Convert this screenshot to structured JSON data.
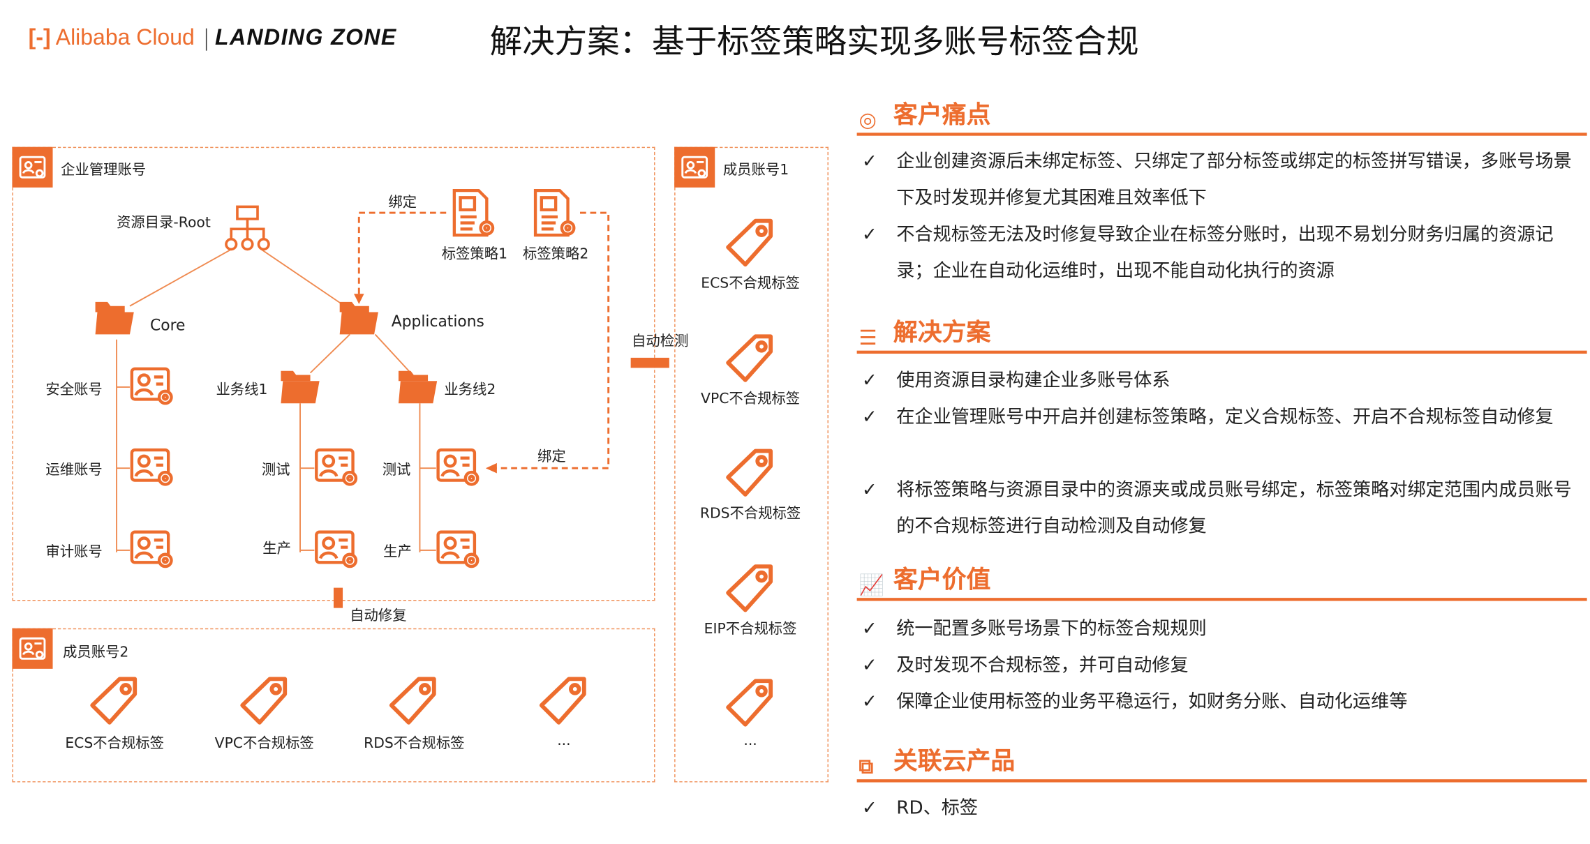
{
  "header": {
    "logo": "Alibaba Cloud",
    "product": "LANDING ZONE",
    "title": "解决方案：基于标签策略实现多账号标签合规"
  },
  "diagram": {
    "mgmt_account": "企业管理账号",
    "root": "资源目录-Root",
    "folders": {
      "core": "Core",
      "apps": "Applications",
      "line1": "业务线1",
      "line2": "业务线2"
    },
    "core_accounts": [
      "安全账号",
      "运维账号",
      "审计账号"
    ],
    "line_accounts": {
      "test": "测试",
      "prod": "生产"
    },
    "policies": [
      "标签策略1",
      "标签策略2"
    ],
    "bind": "绑定",
    "auto_detect": "自动检测",
    "auto_fix": "自动修复",
    "member1": {
      "title": "成员账号1",
      "tags": [
        "ECS不合规标签",
        "VPC不合规标签",
        "RDS不合规标签",
        "EIP不合规标签",
        "..."
      ]
    },
    "member2": {
      "title": "成员账号2",
      "tags": [
        "ECS不合规标签",
        "VPC不合规标签",
        "RDS不合规标签",
        "..."
      ]
    }
  },
  "panel": {
    "check": "✓",
    "sections": [
      {
        "title": "客户痛点",
        "items": [
          "企业创建资源后未绑定标签、只绑定了部分标签或绑定的标签拼写错误，多账号场景下及时发现并修复尤其困难且效率低下",
          "不合规标签无法及时修复导致企业在标签分账时，出现不易划分财务归属的资源记录；企业在自动化运维时，出现不能自动化执行的资源"
        ]
      },
      {
        "title": "解决方案",
        "items": [
          "使用资源目录构建企业多账号体系",
          "在企业管理账号中开启并创建标签策略，定义合规标签、开启不合规标签自动修复",
          "将标签策略与资源目录中的资源夹或成员账号绑定，标签策略对绑定范围内成员账号的不合规标签进行自动检测及自动修复"
        ]
      },
      {
        "title": "客户价值",
        "items": [
          "统一配置多账号场景下的标签合规规则",
          "及时发现不合规标签，并可自动修复",
          "保障企业使用标签的业务平稳运行，如财务分账、自动化运维等"
        ]
      },
      {
        "title": "关联云产品",
        "items": [
          "RD、标签"
        ]
      }
    ]
  },
  "colors": {
    "accent": "#ed6d2e"
  }
}
